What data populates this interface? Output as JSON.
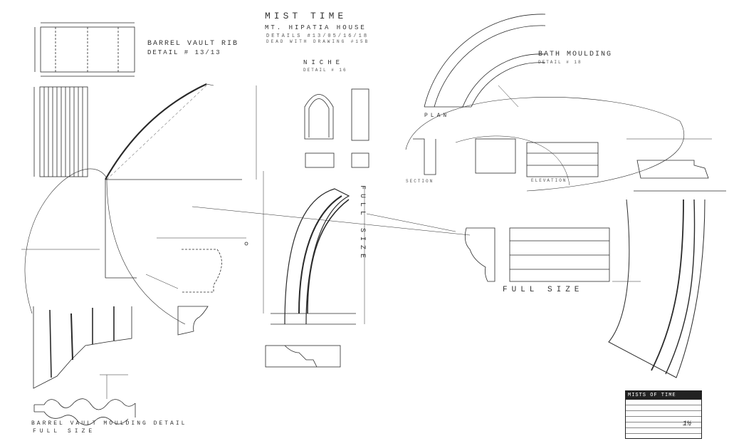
{
  "title_block": {
    "company": "MISTS OF TIME",
    "sheet_no": "1½"
  },
  "header": {
    "title": "MIST   TIME",
    "subtitle_1": "MT. HIPATIA HOUSE",
    "subtitle_2": "DETAILS  #13/05/16/18",
    "subtitle_3": "DEAD WITH DRAWING #15B"
  },
  "labels": {
    "barrel_vault_rib_1": "BARREL VAULT RIB",
    "barrel_vault_rib_2": "DETAIL # 13/13",
    "niche_1": "NICHE",
    "niche_2": "DETAIL # 16",
    "bath_moulding_1": "BATH MOULDING",
    "bath_moulding_2": "DETAIL # 18",
    "plan": "PLAN",
    "section": "SECTION",
    "elevation": "ELEVATION",
    "full_size_right": "FULL SIZE",
    "full_size_vertical": "FULL SIZE",
    "barrel_vault_molding": "BARREL VAULT MOULDING DETAIL",
    "full_size_bottom": "FULL SIZE"
  },
  "colors": {
    "ink": "#2a2a2a",
    "paper": "#ffffff",
    "titleblock_head": "#222222"
  }
}
